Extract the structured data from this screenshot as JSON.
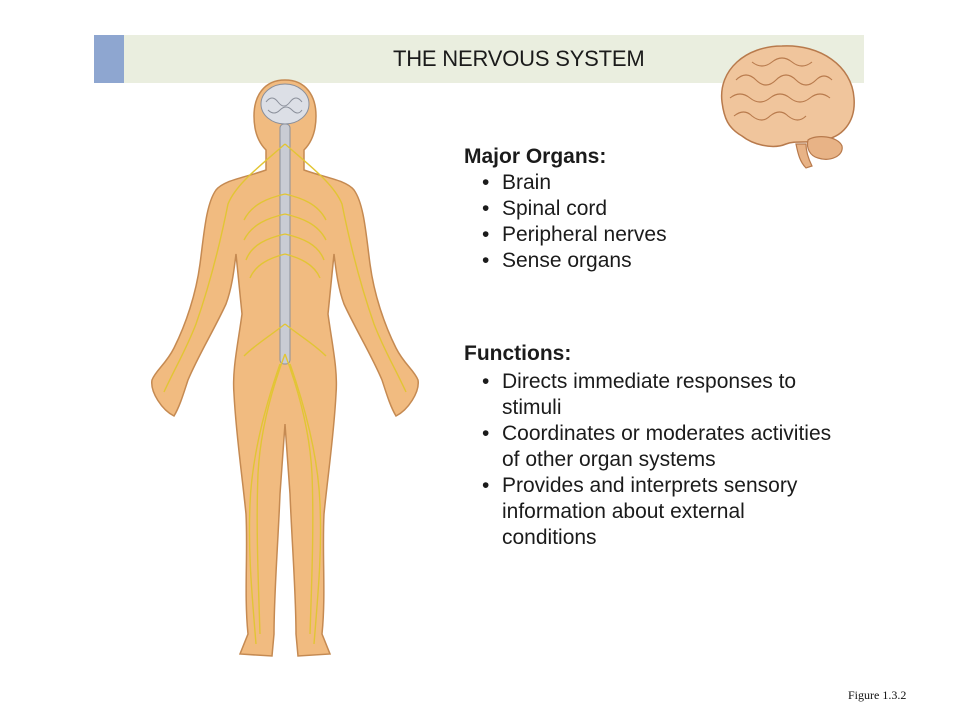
{
  "title": "THE NERVOUS SYSTEM",
  "major_organs": {
    "heading": "Major Organs:",
    "bullet": "•",
    "items": [
      "Brain",
      "Spinal cord",
      "Peripheral nerves",
      "Sense organs"
    ]
  },
  "functions": {
    "heading": "Functions:",
    "bullet": "•",
    "items": [
      "Directs immediate responses to stimuli",
      "Coordinates or moderates activities of other organ systems",
      "Provides and interprets sensory information about external conditions"
    ]
  },
  "caption": "Figure 1.3.2",
  "colors": {
    "header_band": "#eaeedf",
    "header_accent": "#8ea6d0",
    "skin": "#f1bb80",
    "nerves": "#e2c534",
    "brain": "#f0c59c"
  }
}
